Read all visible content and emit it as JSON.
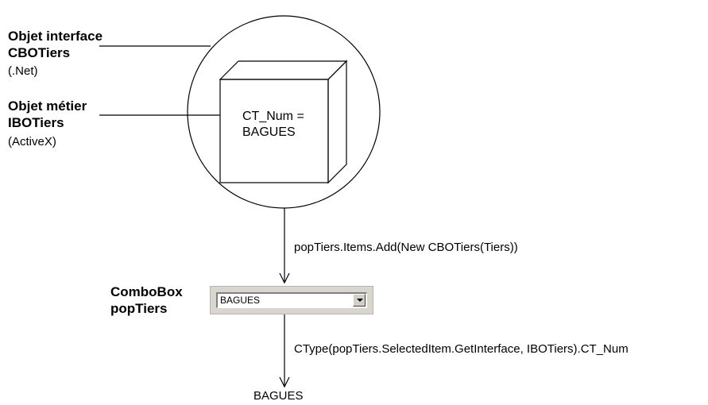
{
  "labels": {
    "interface_object_title": "Objet interface",
    "interface_object_name": "CBOTiers",
    "interface_object_tech": "(.Net)",
    "business_object_title": "Objet métier",
    "business_object_name": "IBOTiers",
    "business_object_tech": "(ActiveX)",
    "combobox_title": "ComboBox",
    "combobox_name": "popTiers"
  },
  "box": {
    "line1": "CT_Num =",
    "line2": "BAGUES"
  },
  "combobox": {
    "selected_value": "BAGUES",
    "icon": "chevron-down-icon"
  },
  "code": {
    "add_call": "popTiers.Items.Add(New CBOTiers(Tiers))",
    "get_call": "CType(popTiers.SelectedItem.GetInterface, IBOTiers).CT_Num"
  },
  "result": "BAGUES"
}
